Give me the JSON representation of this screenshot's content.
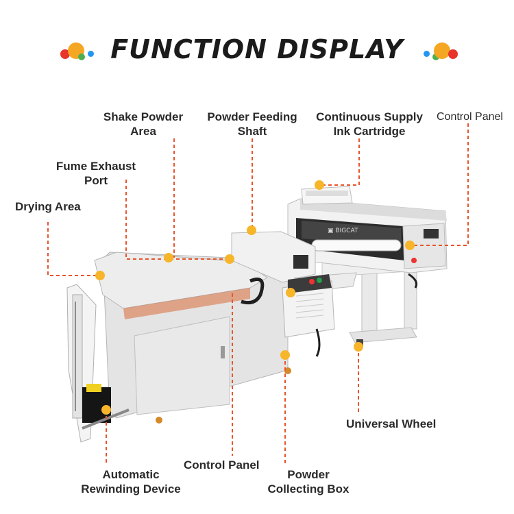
{
  "title": "FUNCTION DISPLAY",
  "labels": {
    "shake_powder_area": [
      "Shake Powder",
      "Area"
    ],
    "powder_feeding_shaft": [
      "Powder Feeding",
      "Shaft"
    ],
    "continuous_supply": [
      "Continuous Supply",
      "Ink Cartridge"
    ],
    "control_panel_top": "Control Panel",
    "fume_exhaust_port": [
      "Fume Exhaust",
      "Port"
    ],
    "drying_area": "Drying Area",
    "universal_wheel": "Universal Wheel",
    "control_panel_bottom": "Control Panel",
    "automatic_rewinding": [
      "Automatic",
      "Rewinding Device"
    ],
    "powder_collecting_box": [
      "Powder",
      "Collecting Box"
    ]
  },
  "colors": {
    "accent_line": "#e8542a",
    "marker": "#f7b52a",
    "dot_red": "#e8352a",
    "dot_orange": "#f5a623",
    "dot_green": "#4caf50",
    "dot_blue": "#2196f3"
  }
}
